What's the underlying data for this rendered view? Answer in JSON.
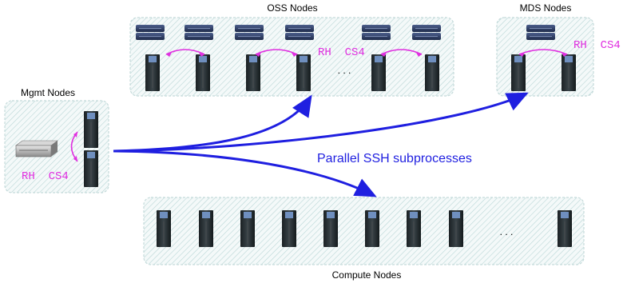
{
  "groups": {
    "oss": {
      "label": "OSS Nodes",
      "ellipsis": ". . ."
    },
    "mds": {
      "label": "MDS Nodes"
    },
    "mgmt": {
      "label": "Mgmt Nodes"
    },
    "compute": {
      "label": "Compute Nodes",
      "ellipsis": ". . ."
    }
  },
  "failover_label": "RH  CS4",
  "arrow_label": "Parallel SSH subprocesses",
  "colors": {
    "arrow": "#1f1fe0",
    "failover": "#e030e0",
    "hatch": "#b9d6d6",
    "server": "#22292d",
    "storage": "#2e3f66"
  }
}
